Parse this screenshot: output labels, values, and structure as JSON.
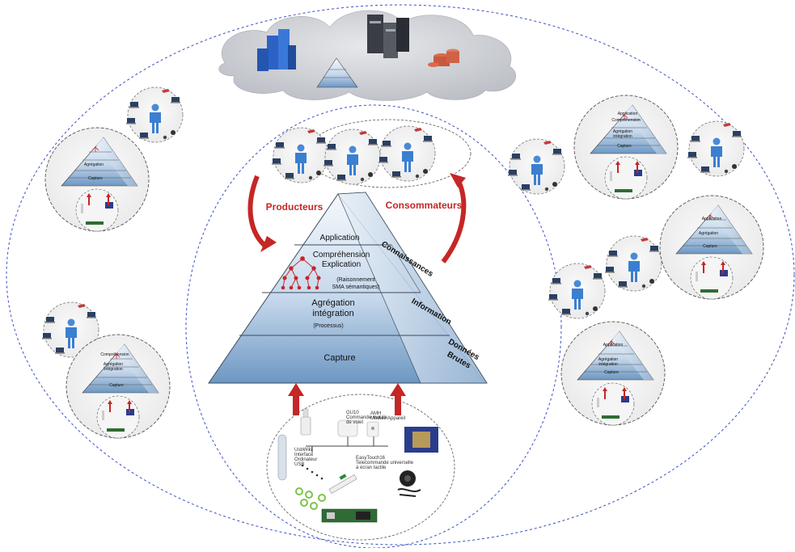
{
  "colors": {
    "pyramid_light": "#f4f8fc",
    "pyramid_dark": "#5a86b4",
    "arrow_red": "#c62626",
    "dash_blue": "#3a4ec8",
    "cloud_gray": "#c9ccd2",
    "person_blue": "#3b7fd0"
  },
  "pyramid": {
    "app": "Application",
    "comp1": "Compréhension",
    "comp2": "Explication",
    "reason1": "(Raisonnement",
    "reason2": "SMA sémantiques)",
    "agg1": "Agrégation",
    "agg2": "intégration",
    "proc": "(Processus)",
    "capture": "Capture",
    "side_knowledge": "Connaissances",
    "side_info": "Information",
    "side_raw1": "Données",
    "side_raw2": "Brutes"
  },
  "flows": {
    "producers": "Producteurs",
    "consumers": "Consommateurs"
  },
  "devices": {
    "dev1a": "GU10",
    "dev1b": "Commande murale",
    "dev1c": "de volet",
    "dev2a": "AMH",
    "dev2b": "Module Appareil",
    "dev3a": "UsbWiki",
    "dev3b": "Interface",
    "dev3c": "Ordinateur",
    "dev3d": "USB",
    "dev4a": "EasyTouch16",
    "dev4b": "Telecommande universelle",
    "dev4c": "à écran tactile"
  },
  "mini": {
    "app": "Application",
    "comp": "Compréhension",
    "expl": "Explication",
    "agg": "Agrégation",
    "integ": "intégration",
    "proc": "(Processus)",
    "capture": "Capture"
  }
}
